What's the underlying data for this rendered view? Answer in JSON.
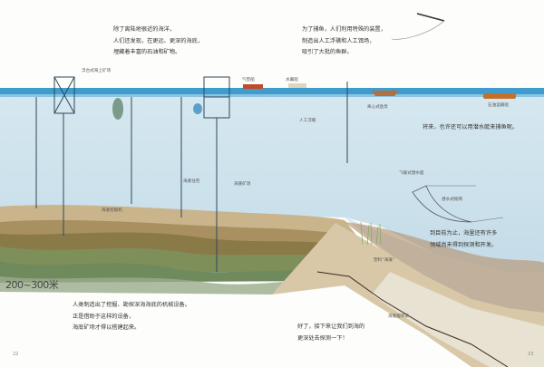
{
  "paragraphs": {
    "oil_minerals": [
      "除了离陆地很近的海洋，",
      "人们还发现，在更远、更深的海底，",
      "埋藏着丰富的石油和矿物。"
    ],
    "fishing": [
      "为了捕鱼，人们利用特殊的装置，",
      "制造出人工浮礁和人工饵场，",
      "吸引了大批的鱼群。"
    ],
    "submarine": [
      "将来，也许还可以用潜水艇来捕鱼呢。"
    ],
    "unexplored": [
      "到目前为止，海里还有许多",
      "领域尚未得到探测和开发。"
    ],
    "machines": [
      "人类制造出了挖掘、勘探深海海底的机械设备。",
      "正是借助于这样的设备，",
      "海底矿场才得以搭建起来。"
    ],
    "deeper": [
      "好了，接下来让我们到海的",
      "更深处去探测一下！"
    ]
  },
  "labels": {
    "offshore_rig": "浮台式海上矿场",
    "hovercraft": "气垫船",
    "hydrofoil": "水翼船",
    "oil_tanker": "石油运输船",
    "artificial_reef": "人工浮礁",
    "fish_pump": "离心式鱼泵",
    "seabed_house": "海底住宅",
    "seabed_mine": "海底矿场",
    "seabed_excavator": "海底挖掘机",
    "saucer_sub": "飞碟式潜水艇",
    "trawl_net": "潜水式拖网",
    "plastic_seaweed": "塑料“海藻”",
    "seabed_crawler": "海底履带车"
  },
  "depth_marker": "200~300米",
  "page_numbers": {
    "left": "22",
    "right": "23"
  },
  "colors": {
    "sea": "#cfe4ef",
    "surface": "#3f9ccc",
    "sediment": "#b8a27a",
    "rock_green": "#6f8f5c"
  }
}
